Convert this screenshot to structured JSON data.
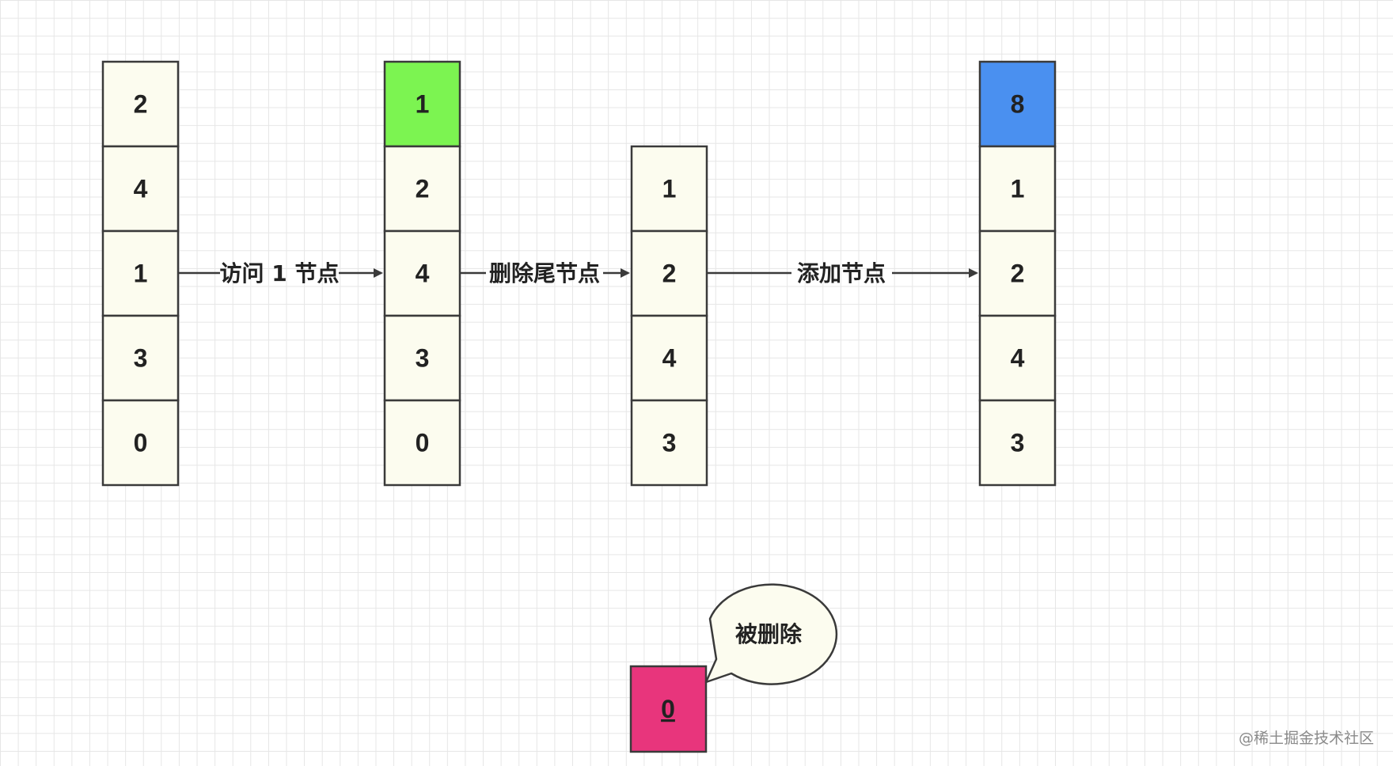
{
  "colors": {
    "cell_fill": "#fcfcef",
    "cell_stroke": "#3a3a3a",
    "accessed_green": "#7cf451",
    "added_blue": "#4a90f0",
    "deleted_pink": "#e8357c",
    "bubble_fill": "#fcfcef",
    "arrow": "#3a3a3a"
  },
  "stacks": [
    {
      "id": "initial",
      "cells": [
        {
          "value": "2"
        },
        {
          "value": "4"
        },
        {
          "value": "1"
        },
        {
          "value": "3"
        },
        {
          "value": "0"
        }
      ]
    },
    {
      "id": "after-access",
      "cells": [
        {
          "value": "1",
          "highlight": "accessed_green"
        },
        {
          "value": "2"
        },
        {
          "value": "4"
        },
        {
          "value": "3"
        },
        {
          "value": "0"
        }
      ]
    },
    {
      "id": "after-delete",
      "cells": [
        {
          "value": "1"
        },
        {
          "value": "2"
        },
        {
          "value": "4"
        },
        {
          "value": "3"
        }
      ]
    },
    {
      "id": "after-add",
      "cells": [
        {
          "value": "8",
          "highlight": "added_blue"
        },
        {
          "value": "1"
        },
        {
          "value": "2"
        },
        {
          "value": "4"
        },
        {
          "value": "3"
        }
      ]
    }
  ],
  "arrows": [
    {
      "from": "initial",
      "to": "after-access",
      "label": "访问 1 节点"
    },
    {
      "from": "after-access",
      "to": "after-delete",
      "label": "删除尾节点"
    },
    {
      "from": "after-delete",
      "to": "after-add",
      "label": "添加节点"
    }
  ],
  "deleted": {
    "value": "0",
    "callout": "被删除"
  },
  "watermark": "@稀土掘金技术社区"
}
